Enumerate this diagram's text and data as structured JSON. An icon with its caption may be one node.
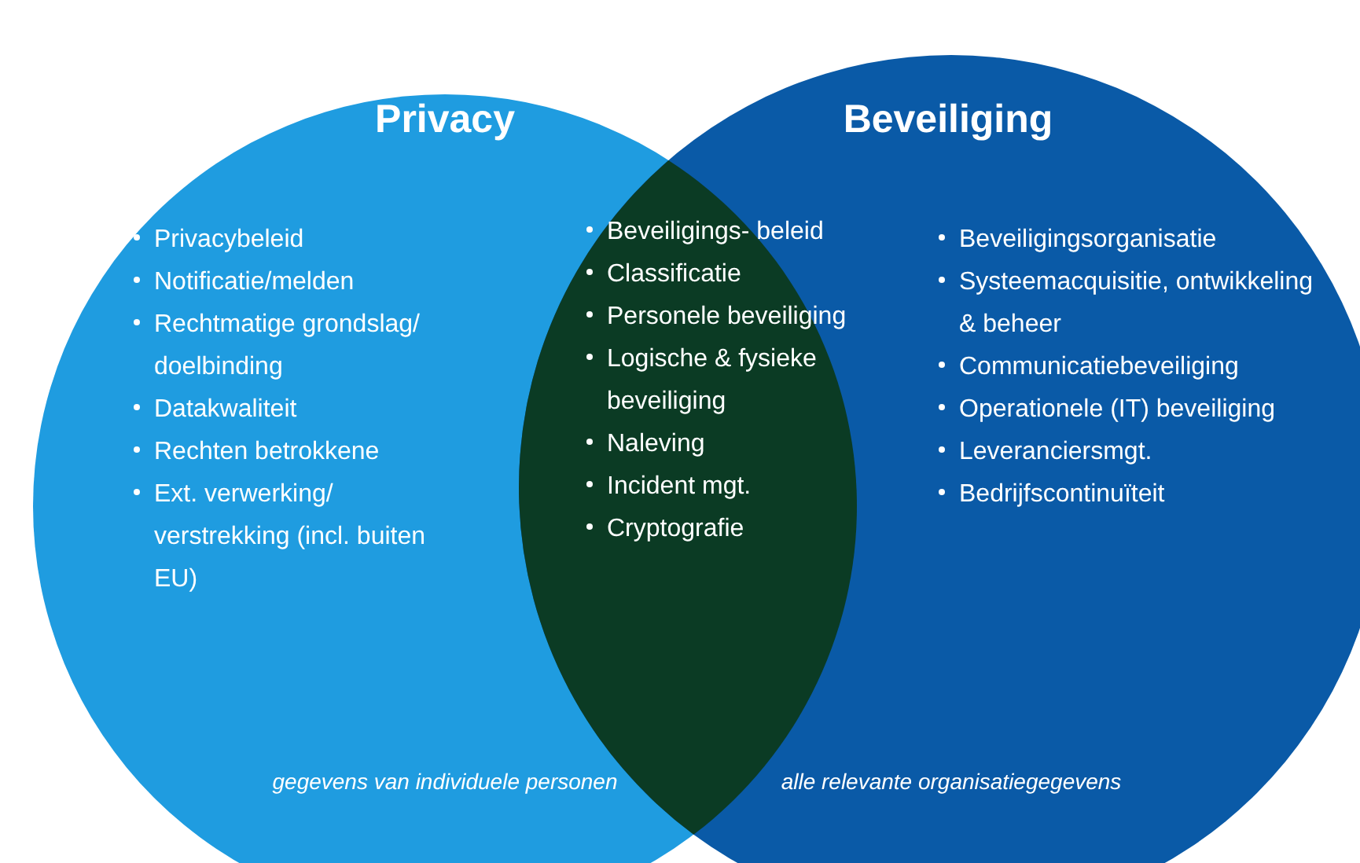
{
  "diagram": {
    "nodes": [
      {
        "text": [
          "Privacy",
          "Privacybeleid",
          "Notificatie/melden",
          "Rechtmatige grondslag/ doelbinding",
          "Datakwaliteit",
          "Rechten betrokkene",
          "Ext. verwerking/ verstrekking (incl. buiten EU)",
          "gegevens van individuele personen"
        ]
      },
      {
        "text": [
          "Beveiliging",
          "Beveiligingsorganisatie",
          "Systeemacquisitie, ontwikkeling & beheer",
          "Communicatiebeveiliging",
          "Operationele (IT) beveiliging",
          "Leveranciersmgt.",
          "Bedrijfscontinuïteit",
          "alle relevante organisatiegegevens"
        ]
      },
      {
        "text": [
          "Beveiligings- beleid",
          "Classificatie",
          "Personele beveiliging",
          "Logische & fysieke beveiliging",
          "Naleving",
          "Incident mgt.",
          "Cryptografie"
        ]
      }
    ],
    "edges": []
  }
}
